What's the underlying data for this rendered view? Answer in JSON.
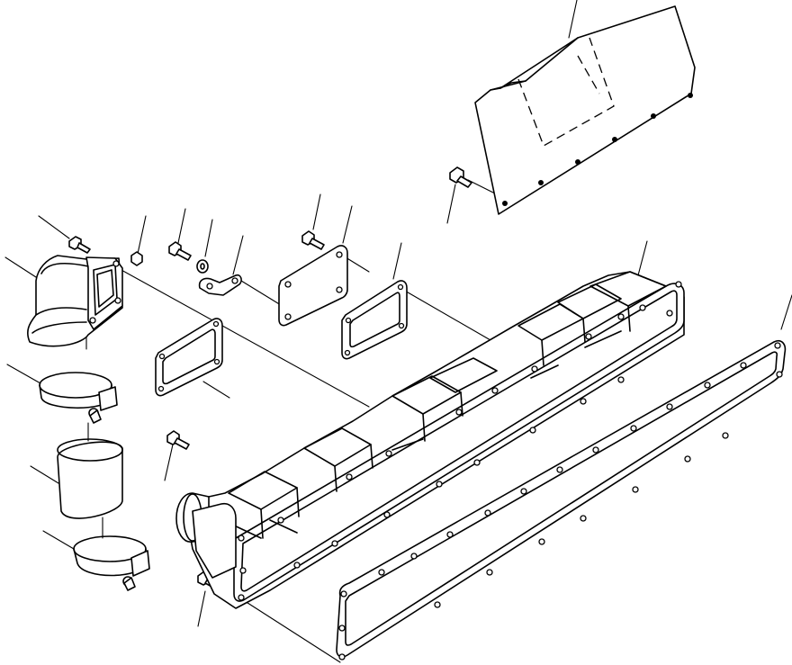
{
  "diagram": {
    "kind": "exploded-parts-view",
    "line_color": "#000000",
    "background": "#ffffff",
    "parts": [
      {
        "id": "heat-shield",
        "icon": "heat-shield-icon"
      },
      {
        "id": "shield-bolt",
        "icon": "bolt-icon"
      },
      {
        "id": "elbow-connector",
        "icon": "elbow-icon"
      },
      {
        "id": "elbow-bolt",
        "icon": "bolt-icon"
      },
      {
        "id": "elbow-nut",
        "icon": "nut-icon"
      },
      {
        "id": "bracket-bolt",
        "icon": "bolt-icon"
      },
      {
        "id": "bracket-washer",
        "icon": "washer-icon"
      },
      {
        "id": "bracket",
        "icon": "bracket-icon"
      },
      {
        "id": "cover-plate-bolt",
        "icon": "bolt-icon"
      },
      {
        "id": "cover-plate",
        "icon": "plate-icon"
      },
      {
        "id": "cover-gasket",
        "icon": "gasket-icon"
      },
      {
        "id": "elbow-gasket",
        "icon": "gasket-icon"
      },
      {
        "id": "upper-hose-clamp",
        "icon": "clamp-icon"
      },
      {
        "id": "hose",
        "icon": "hose-icon"
      },
      {
        "id": "lower-hose-clamp",
        "icon": "clamp-icon"
      },
      {
        "id": "manifold-bolt",
        "icon": "bolt-icon"
      },
      {
        "id": "manifold-end-bolt",
        "icon": "bolt-icon"
      },
      {
        "id": "intake-manifold",
        "icon": "manifold-icon"
      },
      {
        "id": "manifold-gasket",
        "icon": "gasket-icon"
      }
    ]
  }
}
